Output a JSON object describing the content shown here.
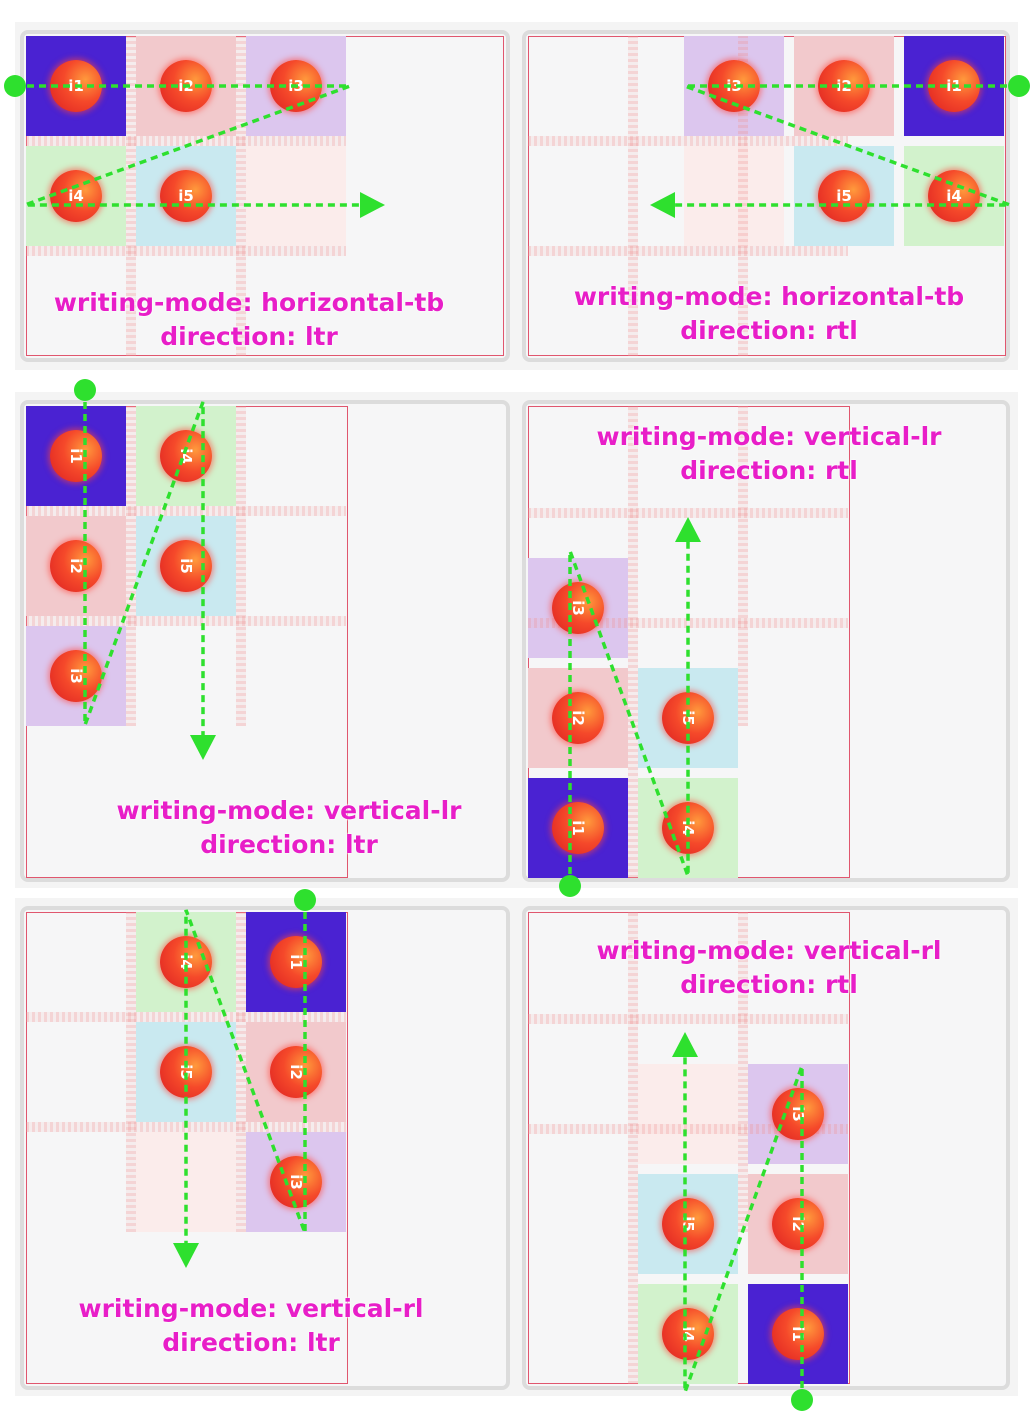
{
  "panels": [
    {
      "writing_mode": "writing-mode: horizontal-tb",
      "direction": "direction: ltr"
    },
    {
      "writing_mode": "writing-mode: horizontal-tb",
      "direction": "direction: rtl"
    },
    {
      "writing_mode": "writing-mode: vertical-lr",
      "direction": "direction: ltr"
    },
    {
      "writing_mode": "writing-mode: vertical-lr",
      "direction": "direction: rtl"
    },
    {
      "writing_mode": "writing-mode: vertical-rl",
      "direction": "direction: ltr"
    },
    {
      "writing_mode": "writing-mode: vertical-rl",
      "direction": "direction: rtl"
    }
  ],
  "items": [
    "i1",
    "i2",
    "i3",
    "i4",
    "i5"
  ],
  "colors": {
    "item1": "#4a22d2",
    "item2": "#f2c9cc",
    "item3": "#dcc6ee",
    "item4": "#d2f2cc",
    "item5": "#c9e9f0",
    "flow_arrow": "#2ee02e",
    "caption": "#e81ec8",
    "grid_border": "#e0566e"
  }
}
